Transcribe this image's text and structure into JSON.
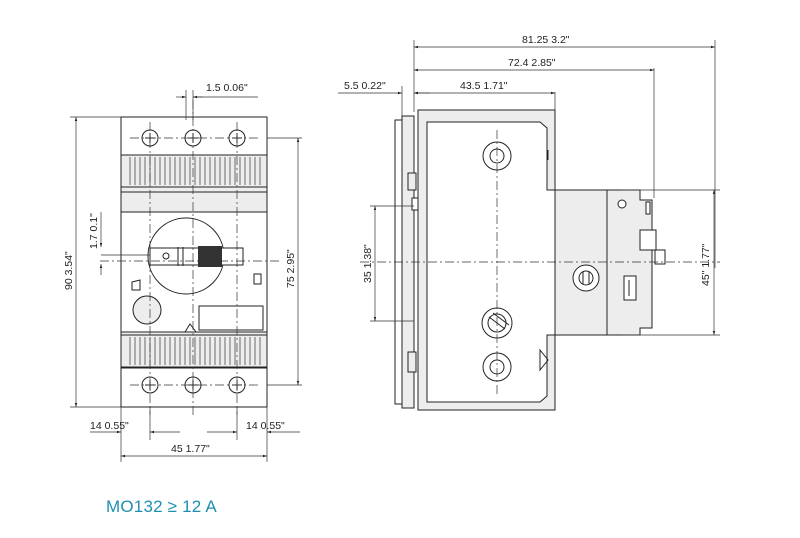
{
  "caption": "MO132 ≥ 12 A",
  "front_view": {
    "dim_top": "1.5  0.06\"",
    "dim_height_outer": "90  3.54\"",
    "dim_knob_offset": "1.7  0.1\"",
    "dim_height_inner": "75  2.95\"",
    "dim_left_terminal": "14  0.55\"",
    "dim_right_terminal": "14  0.55\"",
    "dim_width": "45  1.77\""
  },
  "side_view": {
    "dim_total_depth": "81.25  3.2\"",
    "dim_depth_mid": "72.4   2.85\"",
    "dim_depth_body": "43.5   1.71\"",
    "dim_rail": "5.5  0.22\"",
    "dim_din": "35  1.38\"",
    "dim_center": "45\"  1.77\""
  }
}
